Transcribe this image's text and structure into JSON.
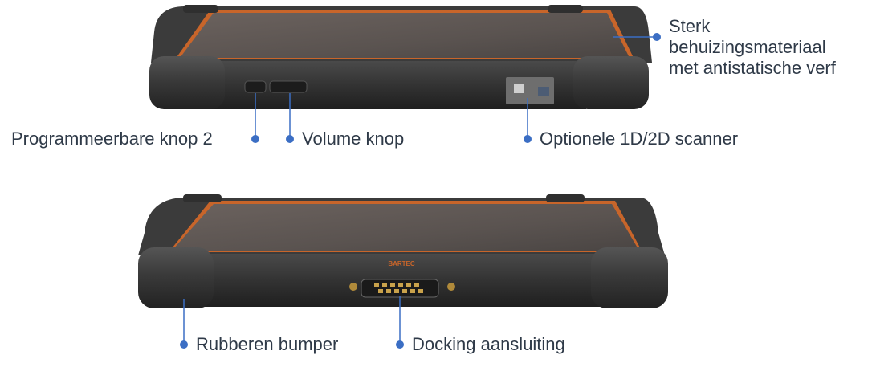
{
  "theme": {
    "accent": "#3b6ec4",
    "text": "#2f3a48",
    "body": "#3a3a3a",
    "body_dark": "#2a2a2a",
    "screen": "#5a5350",
    "trim": "#c8652a"
  },
  "device_top": {
    "brand": "",
    "callouts": {
      "casing": {
        "line1": "Sterk",
        "line2": "behuizingsmateriaal",
        "line3": "met antistatische verf"
      },
      "prog_button": "Programmeerbare knop 2",
      "volume": "Volume knop",
      "scanner": "Optionele 1D/2D scanner"
    }
  },
  "device_bottom": {
    "brand": "BARTEC",
    "callouts": {
      "bumper": "Rubberen bumper",
      "docking": "Docking aansluiting"
    }
  },
  "icons": [
    "callout-dot-icon"
  ]
}
